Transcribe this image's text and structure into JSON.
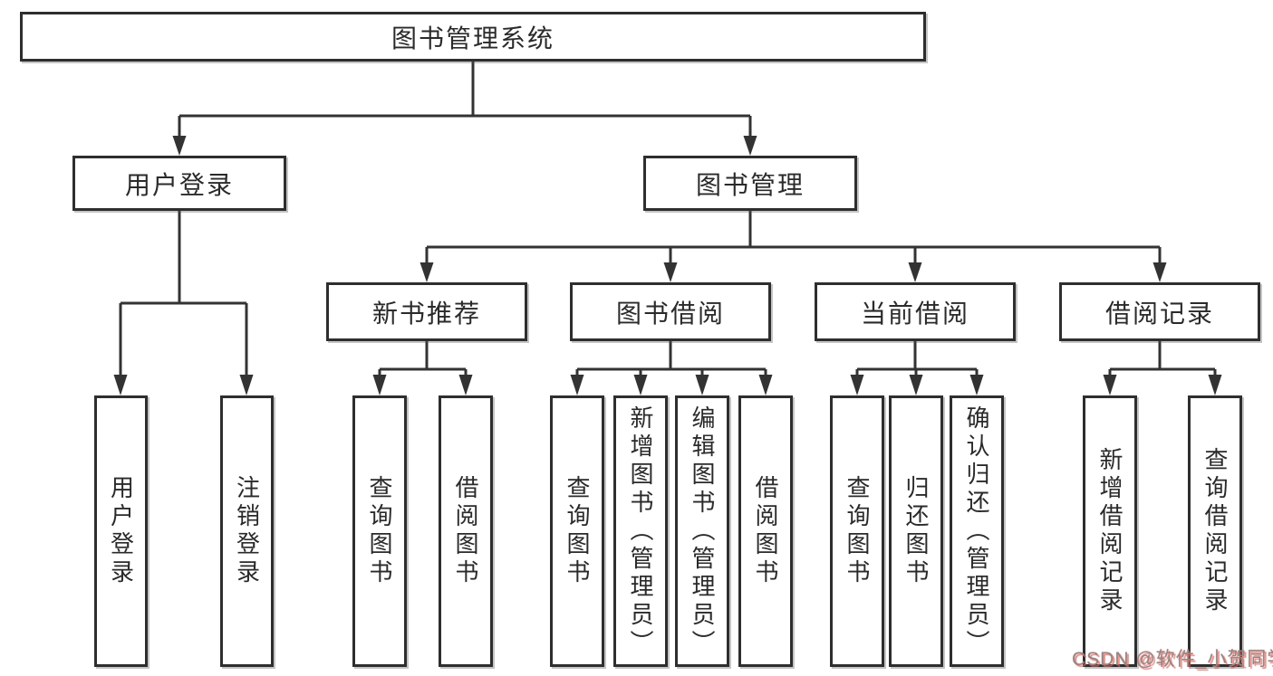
{
  "nodes": {
    "root": {
      "label": "图书管理系统"
    },
    "user_login": {
      "label": "用户登录"
    },
    "book_mgmt": {
      "label": "图书管理"
    },
    "user_login_leaf": {
      "label": "用户登录"
    },
    "logout_leaf": {
      "label": "注销登录"
    },
    "new_book_rec": {
      "label": "新书推荐"
    },
    "book_borrow": {
      "label": "图书借阅"
    },
    "current_borrow": {
      "label": "当前借阅"
    },
    "borrow_records": {
      "label": "借阅记录"
    },
    "nbr_query_books": {
      "label": "查询图书"
    },
    "nbr_borrow_books": {
      "label": "借阅图书"
    },
    "bb_query_books": {
      "label": "查询图书"
    },
    "bb_add_books": {
      "label": "新增图书（管理员）"
    },
    "bb_edit_books": {
      "label": "编辑图书（管理员）"
    },
    "bb_borrow_books": {
      "label": "借阅图书"
    },
    "cb_query_books": {
      "label": "查询图书"
    },
    "cb_return_books": {
      "label": "归还图书"
    },
    "cb_confirm_return": {
      "label": "确认归还（管理员）"
    },
    "br_add_record": {
      "label": "新增借阅记录"
    },
    "br_query_record": {
      "label": "查询借阅记录"
    }
  },
  "watermark": "CSDN @软件_小贺同学",
  "colors": {
    "line": "#333333",
    "border": "#2e2e2e",
    "watermark_gray": "#8a8a8a",
    "watermark_red": "#eb5f55"
  }
}
